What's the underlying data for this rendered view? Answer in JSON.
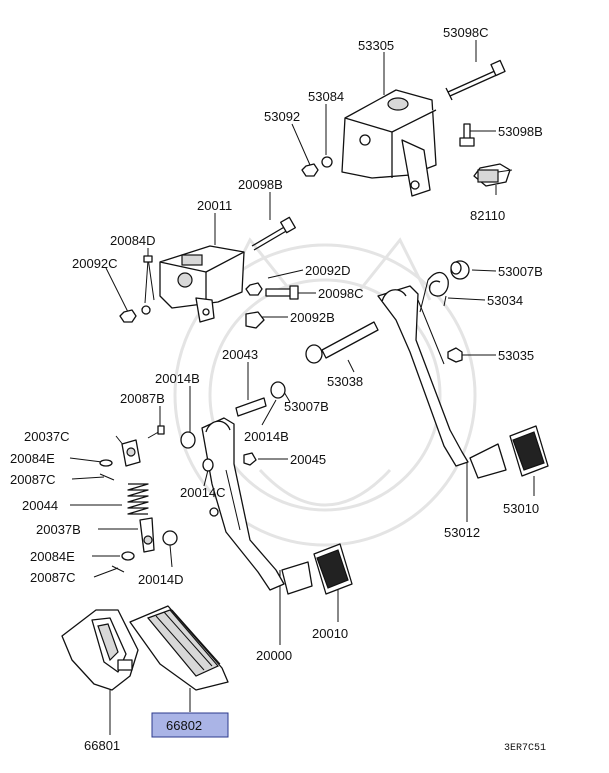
{
  "diagram": {
    "code": "3ER7C51",
    "highlight_color": "#aab4e6",
    "highlighted_part": "66802",
    "labels": [
      {
        "id": "53305",
        "text": "53305"
      },
      {
        "id": "53098C",
        "text": "53098C"
      },
      {
        "id": "53084",
        "text": "53084"
      },
      {
        "id": "53092",
        "text": "53092"
      },
      {
        "id": "53098B",
        "text": "53098B"
      },
      {
        "id": "82110",
        "text": "82110"
      },
      {
        "id": "20098B",
        "text": "20098B"
      },
      {
        "id": "20011",
        "text": "20011"
      },
      {
        "id": "20084D",
        "text": "20084D"
      },
      {
        "id": "20092C",
        "text": "20092C"
      },
      {
        "id": "20092D",
        "text": "20092D"
      },
      {
        "id": "20098C",
        "text": "20098C"
      },
      {
        "id": "20092B",
        "text": "20092B"
      },
      {
        "id": "53007B_top",
        "text": "53007B"
      },
      {
        "id": "53034",
        "text": "53034"
      },
      {
        "id": "53035",
        "text": "53035"
      },
      {
        "id": "20043",
        "text": "20043"
      },
      {
        "id": "53038",
        "text": "53038"
      },
      {
        "id": "53007B_mid",
        "text": "53007B"
      },
      {
        "id": "20014B_left",
        "text": "20014B"
      },
      {
        "id": "20014B_mid",
        "text": "20014B"
      },
      {
        "id": "20087B",
        "text": "20087B"
      },
      {
        "id": "20037C",
        "text": "20037C"
      },
      {
        "id": "20084E_top",
        "text": "20084E"
      },
      {
        "id": "20087C_top",
        "text": "20087C"
      },
      {
        "id": "20045",
        "text": "20045"
      },
      {
        "id": "20014C",
        "text": "20014C"
      },
      {
        "id": "20044",
        "text": "20044"
      },
      {
        "id": "20037B",
        "text": "20037B"
      },
      {
        "id": "20084E_bot",
        "text": "20084E"
      },
      {
        "id": "20087C_bot",
        "text": "20087C"
      },
      {
        "id": "20014D",
        "text": "20014D"
      },
      {
        "id": "53010",
        "text": "53010"
      },
      {
        "id": "53012",
        "text": "53012"
      },
      {
        "id": "20010",
        "text": "20010"
      },
      {
        "id": "20000",
        "text": "20000"
      },
      {
        "id": "66801",
        "text": "66801"
      },
      {
        "id": "66802",
        "text": "66802"
      }
    ]
  }
}
